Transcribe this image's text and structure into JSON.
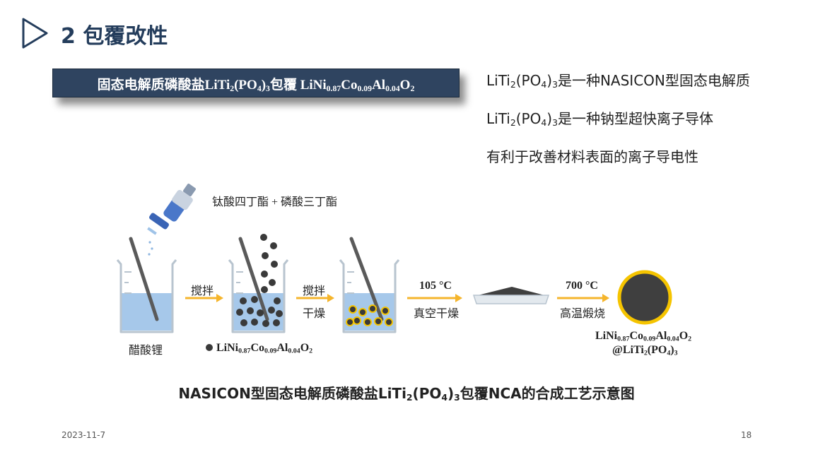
{
  "header": {
    "title": "2 包覆改性"
  },
  "banner": {
    "part1": "固态电解质磷酸盐LiTi",
    "sub1": "2",
    "part2": "(PO",
    "sub2": "4",
    "part3": ")",
    "sub3": "3",
    "part4": "包覆 LiNi",
    "sub4": "0.87",
    "part5": "Co",
    "sub5": "0.09",
    "part6": "Al",
    "sub6": "0.04",
    "part7": "O",
    "sub7": "2"
  },
  "points": [
    {
      "a": "LiTi",
      "s1": "2",
      "b": "(PO",
      "s2": "4",
      "c": ")",
      "s3": "3",
      "d": "是一种NASICON型固态电解质"
    },
    {
      "a": "LiTi",
      "s1": "2",
      "b": "(PO",
      "s2": "4",
      "c": ")",
      "s3": "3",
      "d": "是一种钠型超快离子导体"
    },
    {
      "text": "有利于改善材料表面的离子导电性"
    }
  ],
  "diagram": {
    "reagents": "钛酸四丁酯 + 磷酸三丁酯",
    "beaker1_label": "醋酸锂",
    "step1_label": "搅拌",
    "particle_label": {
      "a": "LiNi",
      "s1": "0.87",
      "b": "Co",
      "s2": "0.09",
      "c": "Al",
      "s3": "0.04",
      "d": "O",
      "s4": "2"
    },
    "step2_label_top": "搅拌",
    "step2_label_bottom": "干燥",
    "step3_label_top": "105 °C",
    "step3_label_bottom": "真空干燥",
    "step4_label_top": "700 °C",
    "step4_label_bottom": "高温煅烧",
    "product_label_line1": {
      "a": "LiNi",
      "s1": "0.87",
      "b": "Co",
      "s2": "0.09",
      "c": "Al",
      "s3": "0.04",
      "d": "O",
      "s4": "2"
    },
    "product_label_line2": {
      "a": "@LiTi",
      "s1": "2",
      "b": "(PO",
      "s2": "4",
      "c": ")",
      "s3": "3"
    }
  },
  "caption": {
    "a": "NASICON型固态电解质磷酸盐LiTi",
    "s1": "2",
    "b": "(PO",
    "s2": "4",
    "c": ")",
    "s3": "3",
    "d": "包覆NCA的合成工艺示意图"
  },
  "footer": {
    "date": "2023-11-7",
    "page": "18"
  },
  "colors": {
    "title": "#243d5c",
    "banner": "#2f4460",
    "arrow": "#f5b52c",
    "liquid": "#a6c8ea",
    "particle": "#3a3a3a",
    "coating": "#f5c400"
  }
}
